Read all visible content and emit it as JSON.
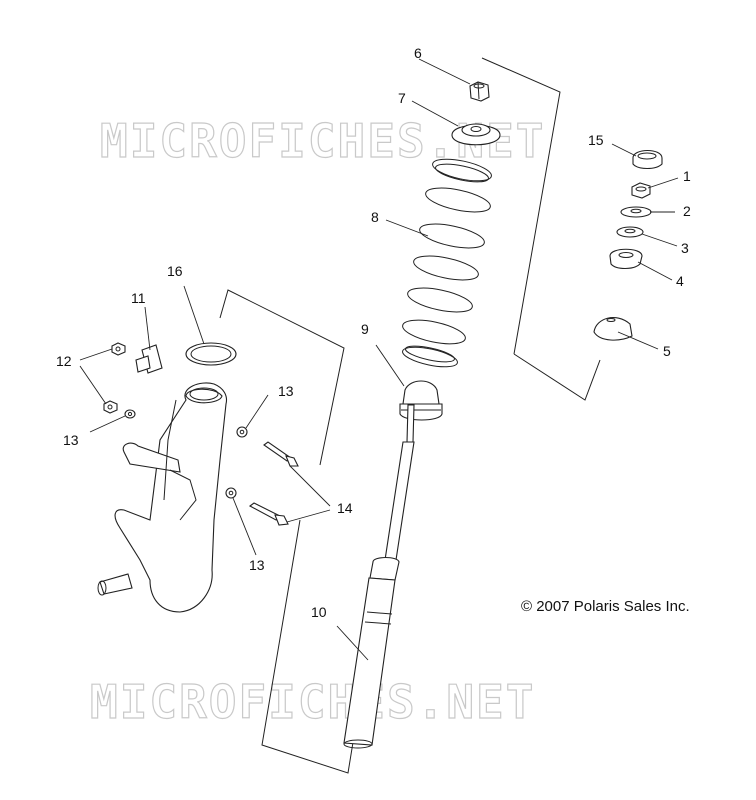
{
  "watermark": "MICROFICHES.NET",
  "copyright": "© 2007 Polaris Sales Inc.",
  "callouts": {
    "c1": "1",
    "c2": "2",
    "c3": "3",
    "c4": "4",
    "c5": "5",
    "c6": "6",
    "c7": "7",
    "c8": "8",
    "c9": "9",
    "c10": "10",
    "c11": "11",
    "c12": "12",
    "c13a": "13",
    "c13b": "13",
    "c13c": "13",
    "c14": "14",
    "c15": "15",
    "c16": "16"
  }
}
